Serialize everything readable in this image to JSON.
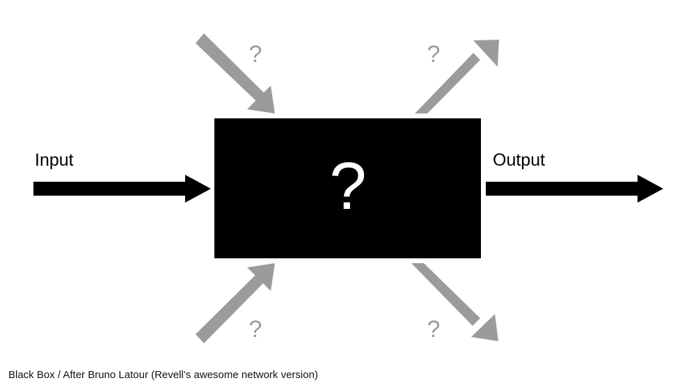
{
  "diagram": {
    "input_label": "Input",
    "output_label": "Output",
    "box_symbol": "?",
    "side_marks": {
      "top_left": "?",
      "top_right": "?",
      "bottom_left": "?",
      "bottom_right": "?"
    }
  },
  "caption": "Black Box / After Bruno Latour (Revell’s awesome network version)",
  "colors": {
    "main": "#000000",
    "side_arrow": "#9b9b9b",
    "box_symbol": "#ffffff",
    "background": "#ffffff"
  }
}
